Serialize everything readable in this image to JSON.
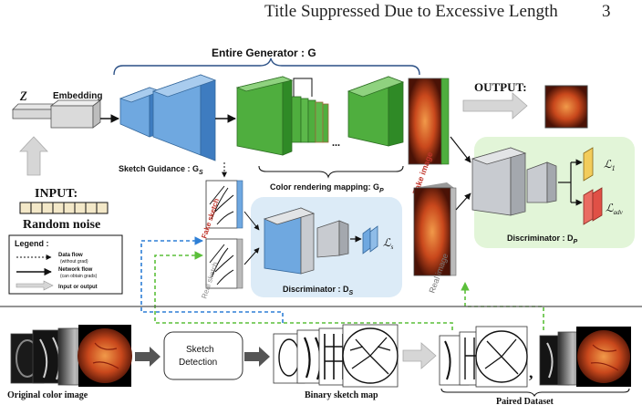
{
  "header": {
    "running_title": "Title Suppressed Due to Excessive Length",
    "page_number": "3"
  },
  "figure": {
    "entire_generator": "Entire Generator : G",
    "z_symbol": "z",
    "embedding": "Embedding",
    "input_label": "INPUT:",
    "random_noise": "Random noise",
    "sketch_guidance": "Sketch Guidance : G",
    "sketch_guidance_sub": "S",
    "color_rendering": "Color rendering mapping: G",
    "color_rendering_sub": "P",
    "output_label": "OUTPUT:",
    "fake_image": "Fake image",
    "real_image": "Real image",
    "fake_sketch": "Fake sketch",
    "real_sketch": "Real sketch",
    "discriminator_s": "Discriminator : D",
    "discriminator_s_sub": "S",
    "discriminator_p": "Discriminator : D",
    "discriminator_p_sub": "P",
    "loss_1": "ℒ",
    "loss_1_sub": "1",
    "loss_adv": "ℒ",
    "loss_adv_sub": "adv",
    "loss_s": "ℒ",
    "loss_s_sub": "s",
    "sketch_detection_line1": "Sketch",
    "sketch_detection_line2": "Detection",
    "original_color_image": "Original color image",
    "binary_sketch_map": "Binary sketch map",
    "paired_dataset": "Paired  Dataset",
    "comma": ","
  },
  "legend": {
    "title": "Legend :",
    "data_flow": "Data flow",
    "data_flow_note": "(without grad)",
    "network_flow": "Network flow",
    "network_flow_note": "(can obtain grads)",
    "input_output": "Input or output"
  },
  "colors": {
    "blue_block": "#6fa8e0",
    "green_block": "#4fae3e",
    "gray_block": "#c8cbd0",
    "discriminator_s_bg": "#dcebf7",
    "discriminator_p_bg": "#e2f5d8",
    "yellow_loss": "#f2cc5b",
    "red_loss": "#ea6c62",
    "fake_red": "#c0352b",
    "dashed_blue": "#2e7fd6",
    "dashed_green": "#5bbf3a"
  }
}
